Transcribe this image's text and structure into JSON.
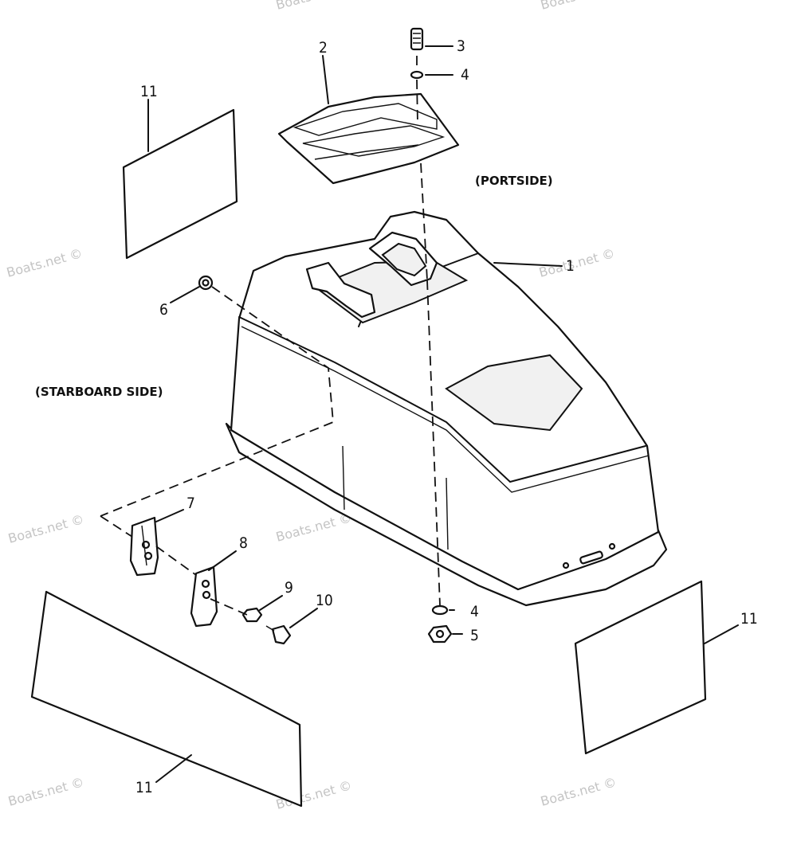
{
  "callouts": {
    "c1": "1",
    "c2": "2",
    "c3": "3",
    "c4a": "4",
    "c4b": "4",
    "c5": "5",
    "c6": "6",
    "c7": "7",
    "c8": "8",
    "c9": "9",
    "c10": "10",
    "c11a": "11",
    "c11b": "11",
    "c11c": "11"
  },
  "side_labels": {
    "portside": "(PORTSIDE)",
    "starboard": "(STARBOARD SIDE)"
  },
  "watermark": "Boats.net ©"
}
